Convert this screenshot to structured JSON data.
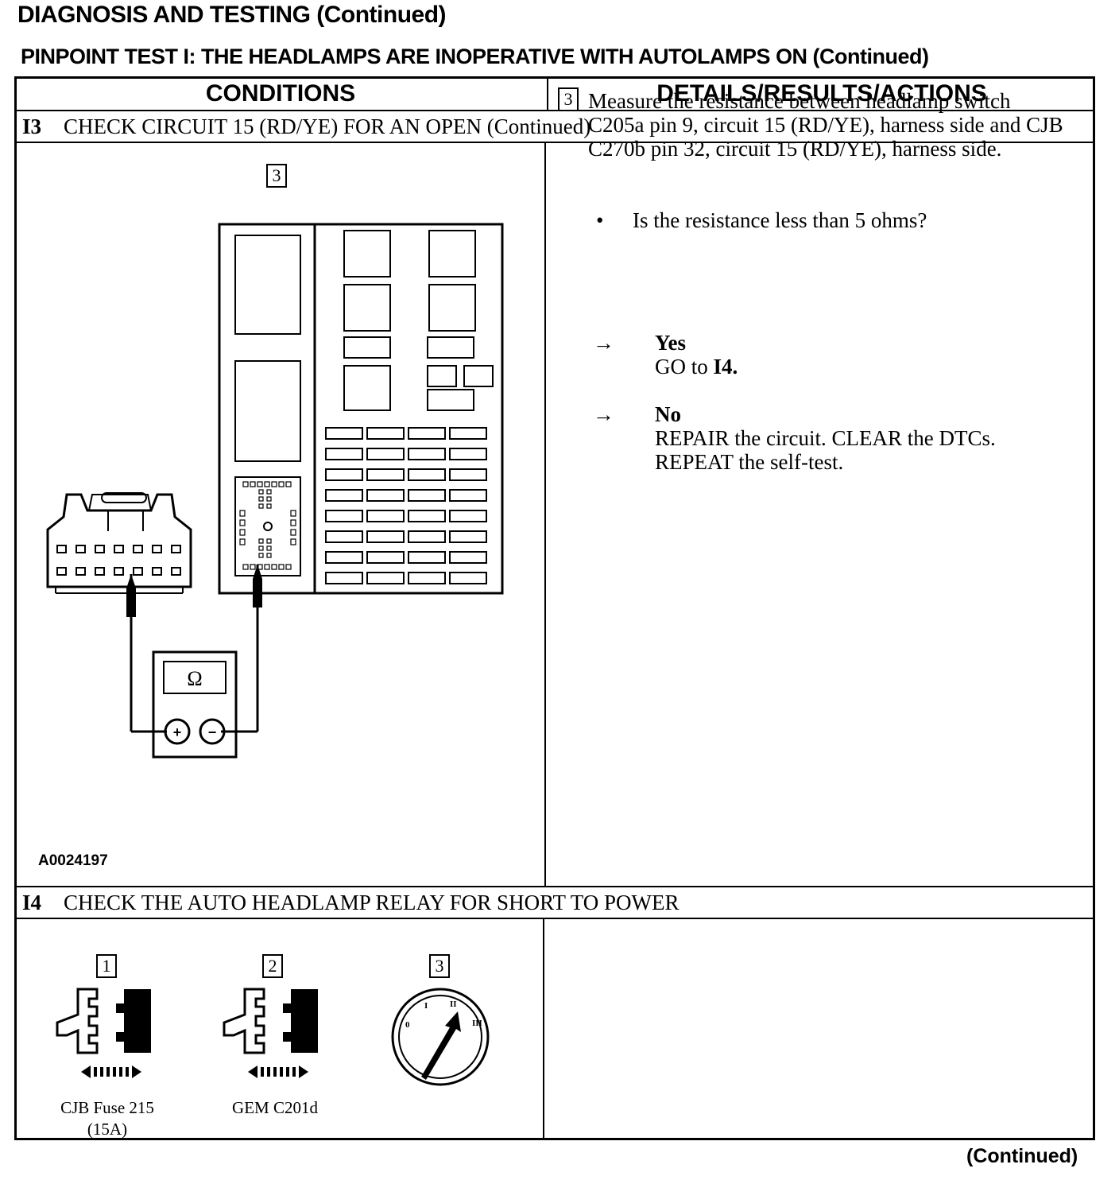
{
  "header": {
    "page_title": "DIAGNOSIS AND TESTING (Continued)",
    "test_title": "PINPOINT TEST I: THE HEADLAMPS ARE INOPERATIVE WITH AUTOLAMPS ON (Continued)"
  },
  "table": {
    "col_conditions": "CONDITIONS",
    "col_details": "DETAILS/RESULTS/ACTIONS"
  },
  "step_i3": {
    "id": "I3",
    "title": "CHECK CIRCUIT 15 (RD/YE) FOR AN OPEN (Continued)",
    "figure_step": "3",
    "ohm_symbol": "Ω",
    "meter_plus": "+",
    "meter_minus": "−",
    "figure_id": "A0024197",
    "detail_step": "3",
    "instruction": "Measure the resistance between headlamp switch C205a pin 9, circuit 15 (RD/YE), harness side and CJB C270b pin 32, circuit 15 (RD/YE), harness side.",
    "bullet": "•",
    "question": "Is the resistance less than 5 ohms?",
    "arrow": "→",
    "yes_label": "Yes",
    "yes_action_prefix": "GO to ",
    "yes_action_target": "I4.",
    "no_label": "No",
    "no_action_line1": "REPAIR the circuit. CLEAR the DTCs.",
    "no_action_line2": "REPEAT the self-test."
  },
  "step_i4": {
    "id": "I4",
    "title": "CHECK THE AUTO HEADLAMP RELAY FOR SHORT TO POWER",
    "fig1_step": "1",
    "fig1_caption_line1": "CJB Fuse 215",
    "fig1_caption_line2": "(15A)",
    "fig2_step": "2",
    "fig2_caption": "GEM C201d",
    "fig3_step": "3",
    "ignition_positions": [
      "0",
      "I",
      "II",
      "III"
    ]
  },
  "footer": {
    "continued": "(Continued)"
  }
}
